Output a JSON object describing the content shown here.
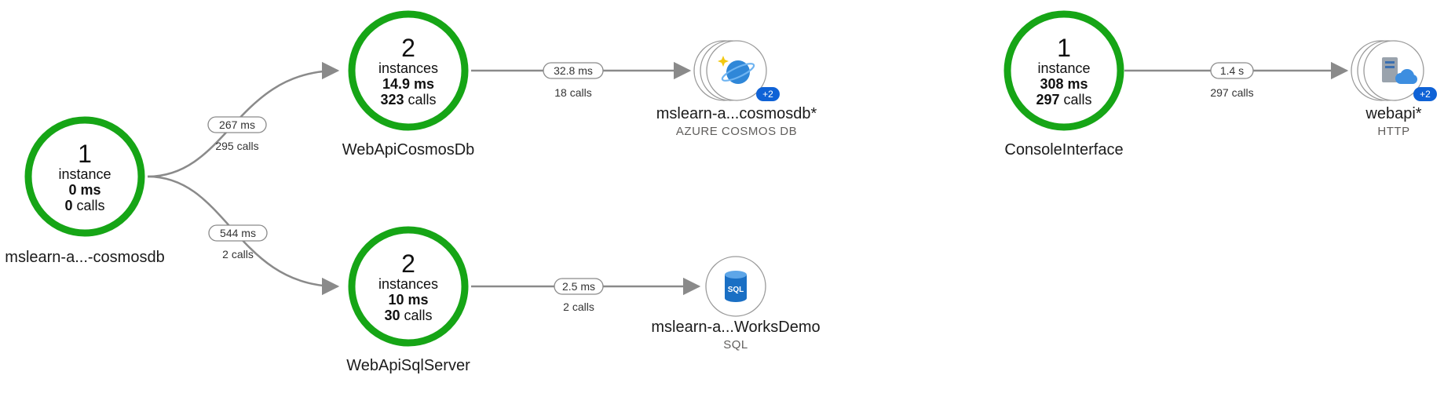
{
  "colors": {
    "healthy": "#16a516",
    "edge": "#8a8a8a",
    "badge": "#0f62d6",
    "dep_circle": "#9a9a9a"
  },
  "components": [
    {
      "id": "root",
      "count": "1",
      "unit": "instance",
      "duration": "0 ms",
      "calls_num": "0",
      "calls_word": "calls",
      "name": "mslearn-a...-cosmosdb"
    },
    {
      "id": "cosmos",
      "count": "2",
      "unit": "instances",
      "duration": "14.9 ms",
      "calls_num": "323",
      "calls_word": "calls",
      "name": "WebApiCosmosDb"
    },
    {
      "id": "sql",
      "count": "2",
      "unit": "instances",
      "duration": "10 ms",
      "calls_num": "30",
      "calls_word": "calls",
      "name": "WebApiSqlServer"
    },
    {
      "id": "console",
      "count": "1",
      "unit": "instance",
      "duration": "308 ms",
      "calls_num": "297",
      "calls_word": "calls",
      "name": "ConsoleInterface"
    }
  ],
  "dependencies": [
    {
      "id": "cosmosdb",
      "name": "mslearn-a...cosmosdb*",
      "type": "AZURE COSMOS DB",
      "badge": "+2",
      "icon": "cosmos-db-icon"
    },
    {
      "id": "sqldb",
      "name": "mslearn-a...WorksDemo",
      "type": "SQL",
      "badge": "",
      "icon": "sql-database-icon",
      "icon_text": "SQL"
    },
    {
      "id": "webapi",
      "name": "webapi*",
      "type": "HTTP",
      "badge": "+2",
      "icon": "http-server-icon"
    }
  ],
  "edges": [
    {
      "id": "root-cosmos",
      "duration": "267 ms",
      "calls": "295 calls"
    },
    {
      "id": "root-sql",
      "duration": "544 ms",
      "calls": "2 calls"
    },
    {
      "id": "cosmos-db",
      "duration": "32.8 ms",
      "calls": "18 calls"
    },
    {
      "id": "sql-db",
      "duration": "2.5 ms",
      "calls": "2 calls"
    },
    {
      "id": "console-web",
      "duration": "1.4 s",
      "calls": "297 calls"
    }
  ]
}
